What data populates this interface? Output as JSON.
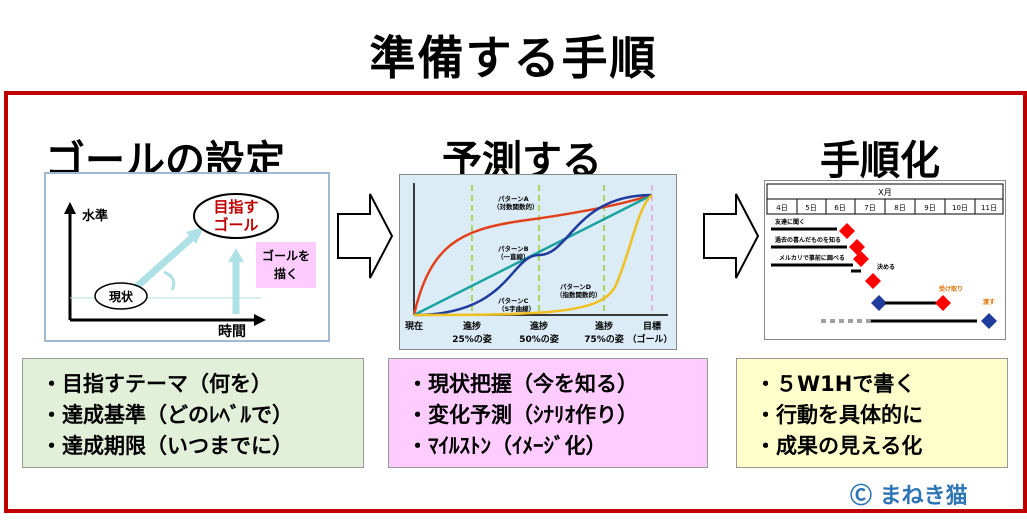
{
  "title": "準備する手順",
  "sections": [
    {
      "heading": "ゴールの設定",
      "items": [
        "・目指すテーマ（何を）",
        "・達成基準（どのﾚﾍﾞﾙで）",
        "・達成期限（いつまでに）"
      ],
      "color": "#e2f0d9"
    },
    {
      "heading": "予測する",
      "items": [
        "・現状把握（今を知る）",
        "・変化予測（ｼﾅﾘｵ作り）",
        "・ﾏｲﾙｽﾄﾝ（ｲﾒｰｼﾞ化）"
      ],
      "color": "#ffccff"
    },
    {
      "heading": "手順化",
      "items": [
        "・５W1Hで書く",
        "・行動を具体的に",
        "・成果の見える化"
      ],
      "color": "#ffffcc"
    }
  ],
  "goal_diagram": {
    "y_axis": "水準",
    "x_axis": "時間",
    "current": "現状",
    "goal": [
      "目指す",
      "ゴール"
    ],
    "note": [
      "ゴールを",
      "描く"
    ]
  },
  "forecast_chart": {
    "x_labels": [
      [
        "現在",
        ""
      ],
      [
        "進捗",
        "25%の姿"
      ],
      [
        "進捗",
        "50%の姿"
      ],
      [
        "進捗",
        "75%の姿"
      ],
      [
        "目標",
        "（ゴール）"
      ]
    ],
    "patterns": [
      {
        "name": [
          "パターンA",
          "（対数関数的）"
        ],
        "color": "#e2401c"
      },
      {
        "name": [
          "パターンB",
          "（一直線）"
        ],
        "color": "#1aa3a0"
      },
      {
        "name": [
          "パターンC",
          "（S字曲線）"
        ],
        "color": "#1f3c9c"
      },
      {
        "name": [
          "パターンD",
          "（指数関数的）"
        ],
        "color": "#f0c020"
      }
    ]
  },
  "schedule": {
    "month": "X月",
    "days": [
      "4日",
      "5日",
      "6日",
      "7日",
      "8日",
      "9日",
      "10日",
      "11日"
    ],
    "tasks": [
      "友達に聞く",
      "過去の喜んだものを知る",
      "メルカリで事前に調べる",
      "決める",
      "受け取り",
      "渡す"
    ]
  },
  "copyright": "Ⓒ まねき猫"
}
